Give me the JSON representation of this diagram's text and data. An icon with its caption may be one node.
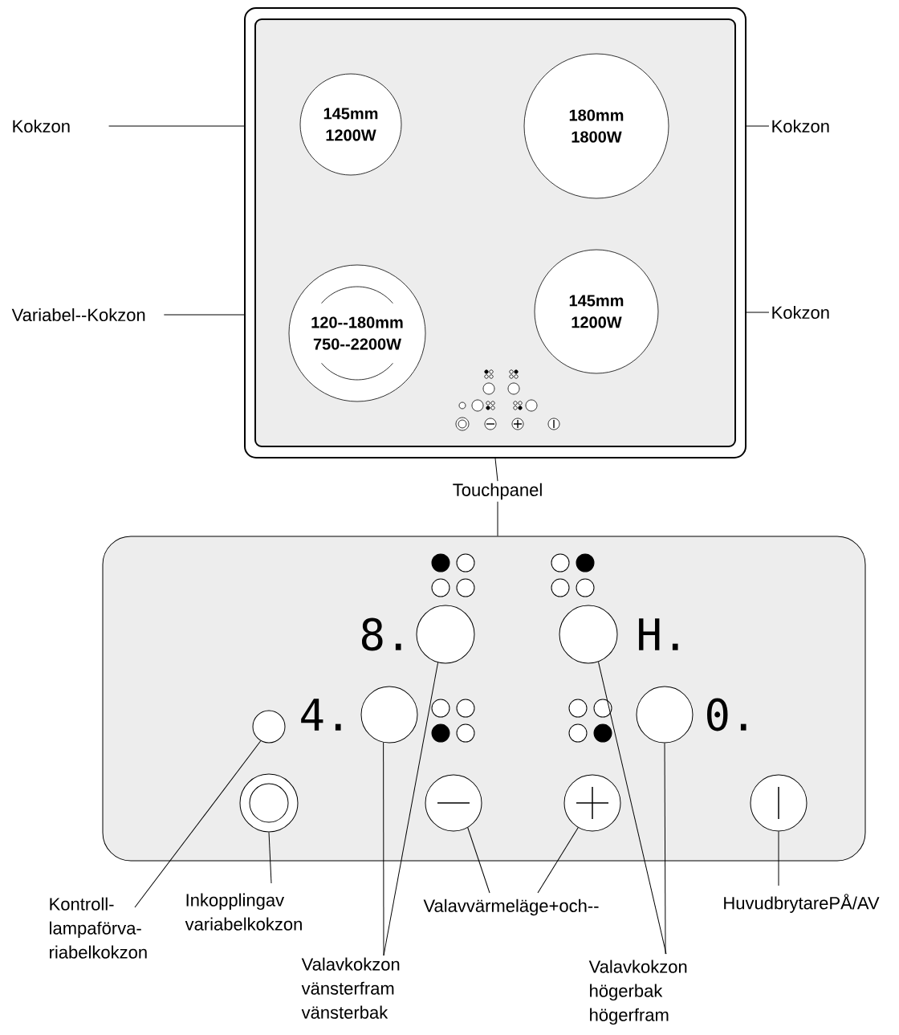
{
  "diagram": {
    "nodes": [
      {
        "text": [],
        "shape": "box"
      },
      {
        "text": [
          "145mm 1200W"
        ],
        "in": 0
      },
      {
        "text": [
          "180mm 1800W"
        ],
        "in": 0
      },
      {
        "text": [
          "120--180mm 750--2200W"
        ],
        "in": 0
      },
      {
        "text": [
          "145mm 1200W"
        ],
        "in": 0
      },
      {
        "text": [
          "Kokzon"
        ]
      },
      {
        "text": [
          "Kokzon"
        ]
      },
      {
        "text": [
          "Variabel--Kokzon"
        ]
      },
      {
        "text": [
          "Kokzon"
        ]
      },
      {
        "text": [
          "Touchpanel"
        ]
      },
      {
        "text": [],
        "shape": "box"
      },
      {
        "text": [],
        "shape": "circle",
        "in": 10
      },
      {
        "text": [],
        "shape": "circle",
        "in": 10
      },
      {
        "text": [],
        "shape": "circle",
        "in": 10
      },
      {
        "text": [],
        "shape": "circle",
        "in": 10
      },
      {
        "text": [],
        "shape": "circle",
        "in": 10
      },
      {
        "text": [],
        "shape": "circle",
        "in": 10
      },
      {
        "text": [],
        "shape": "circle",
        "in": 10
      },
      {
        "text": [],
        "shape": "circle",
        "in": 10
      },
      {
        "text": [],
        "shape": "circle",
        "in": 10
      },
      {
        "text": [
          "Kontroll- lampaförva- riabelkokzon"
        ]
      },
      {
        "text": [
          "Inkopplingav variabelkokzon"
        ]
      },
      {
        "text": [
          "Valavvärmeläge+och--"
        ]
      },
      {
        "text": [
          "HuvudbrytarePÅ/AV"
        ]
      },
      {
        "text": [
          "Valavkokzon vänsterfram vänsterbak"
        ]
      },
      {
        "text": [
          "Valavkokzon högerbak högerfram"
        ]
      }
    ],
    "edges": [
      {
        "from": 5,
        "to": 0,
        "arrow": "none"
      },
      {
        "from": 6,
        "to": 0,
        "arrow": "none"
      },
      {
        "from": 7,
        "to": 0,
        "arrow": "none"
      },
      {
        "from": 8,
        "to": 0,
        "arrow": "none"
      },
      {
        "from": 9,
        "to": 0,
        "arrow": "none"
      },
      {
        "from": 9,
        "to": 10,
        "arrow": "none"
      },
      {
        "from": 20,
        "to": 11,
        "arrow": "none"
      },
      {
        "from": 21,
        "to": 12,
        "arrow": "none"
      },
      {
        "from": 24,
        "to": 13,
        "arrow": "none"
      },
      {
        "from": 24,
        "to": 14,
        "arrow": "none"
      },
      {
        "from": 22,
        "to": 15,
        "arrow": "none"
      },
      {
        "from": 22,
        "to": 16,
        "arrow": "none"
      },
      {
        "from": 25,
        "to": 17,
        "arrow": "none"
      },
      {
        "from": 25,
        "to": 18,
        "arrow": "none"
      },
      {
        "from": 23,
        "to": 19,
        "arrow": "none"
      }
    ],
    "labels": [
      "8.",
      "H.",
      "4.",
      "0."
    ]
  }
}
